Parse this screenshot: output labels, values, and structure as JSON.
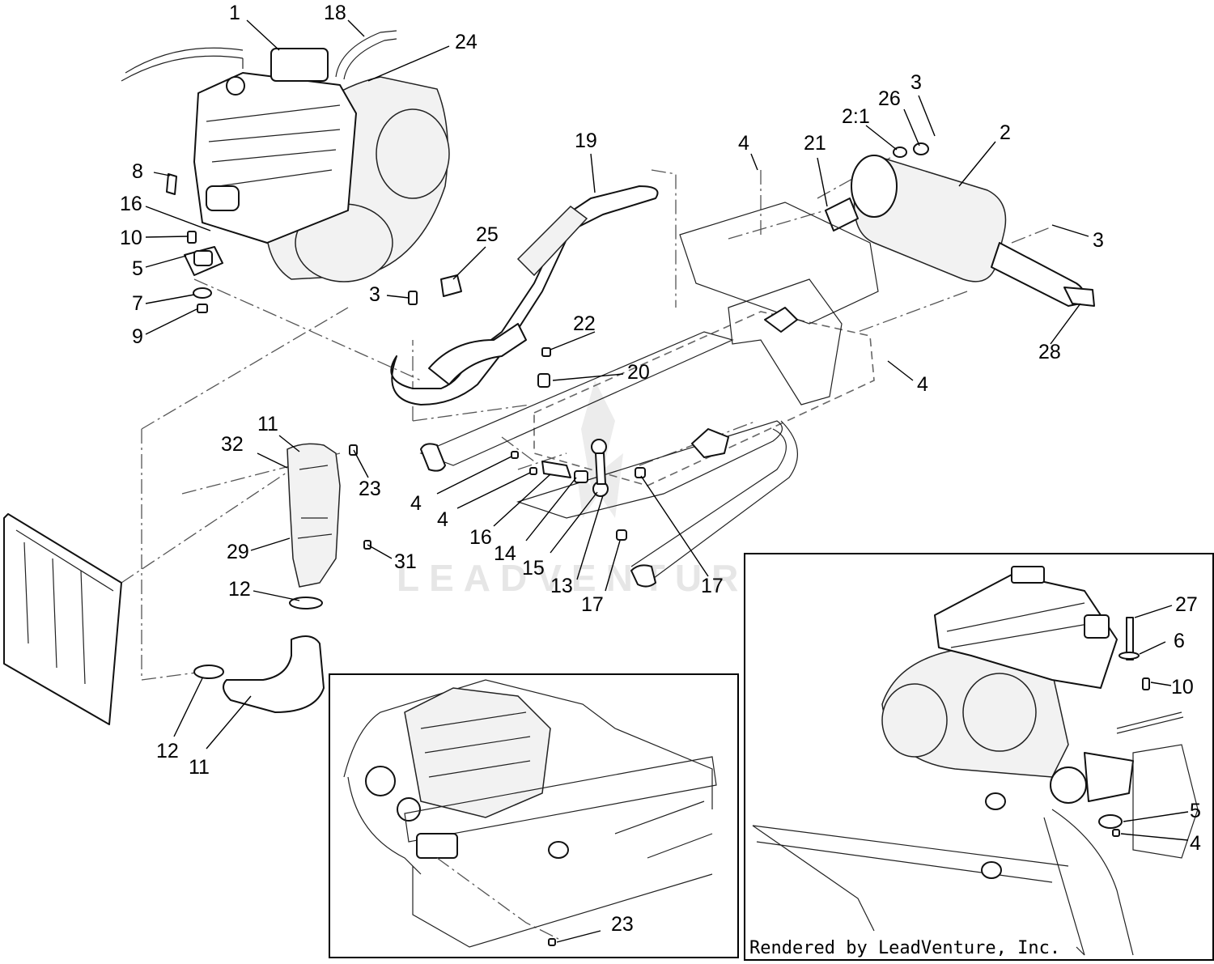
{
  "watermark": "LEADVENTURE",
  "credit": "Rendered by LeadVenture, Inc.",
  "callouts": [
    {
      "id": "c1",
      "label": "1"
    },
    {
      "id": "c18",
      "label": "18"
    },
    {
      "id": "c24",
      "label": "24"
    },
    {
      "id": "c8",
      "label": "8"
    },
    {
      "id": "c16a",
      "label": "16"
    },
    {
      "id": "c10a",
      "label": "10"
    },
    {
      "id": "c5a",
      "label": "5"
    },
    {
      "id": "c7",
      "label": "7"
    },
    {
      "id": "c9",
      "label": "9"
    },
    {
      "id": "c19",
      "label": "19"
    },
    {
      "id": "c25",
      "label": "25"
    },
    {
      "id": "c3a",
      "label": "3"
    },
    {
      "id": "c22",
      "label": "22"
    },
    {
      "id": "c20",
      "label": "20"
    },
    {
      "id": "c4a",
      "label": "4"
    },
    {
      "id": "c21",
      "label": "21"
    },
    {
      "id": "c2_1",
      "label": "2:1"
    },
    {
      "id": "c26",
      "label": "26"
    },
    {
      "id": "c3b",
      "label": "3"
    },
    {
      "id": "c2",
      "label": "2"
    },
    {
      "id": "c3c",
      "label": "3"
    },
    {
      "id": "c28",
      "label": "28"
    },
    {
      "id": "c4b",
      "label": "4"
    },
    {
      "id": "c11a",
      "label": "11"
    },
    {
      "id": "c32",
      "label": "32"
    },
    {
      "id": "c23a",
      "label": "23"
    },
    {
      "id": "c4c",
      "label": "4"
    },
    {
      "id": "c4d",
      "label": "4"
    },
    {
      "id": "c16b",
      "label": "16"
    },
    {
      "id": "c14",
      "label": "14"
    },
    {
      "id": "c15",
      "label": "15"
    },
    {
      "id": "c13",
      "label": "13"
    },
    {
      "id": "c17a",
      "label": "17"
    },
    {
      "id": "c17b",
      "label": "17"
    },
    {
      "id": "c29",
      "label": "29"
    },
    {
      "id": "c31",
      "label": "31"
    },
    {
      "id": "c12a",
      "label": "12"
    },
    {
      "id": "c12b",
      "label": "12"
    },
    {
      "id": "c11b",
      "label": "11"
    },
    {
      "id": "c23b",
      "label": "23"
    },
    {
      "id": "c27",
      "label": "27"
    },
    {
      "id": "c6",
      "label": "6"
    },
    {
      "id": "c10b",
      "label": "10"
    },
    {
      "id": "c5b",
      "label": "5"
    },
    {
      "id": "c4e",
      "label": "4"
    }
  ]
}
